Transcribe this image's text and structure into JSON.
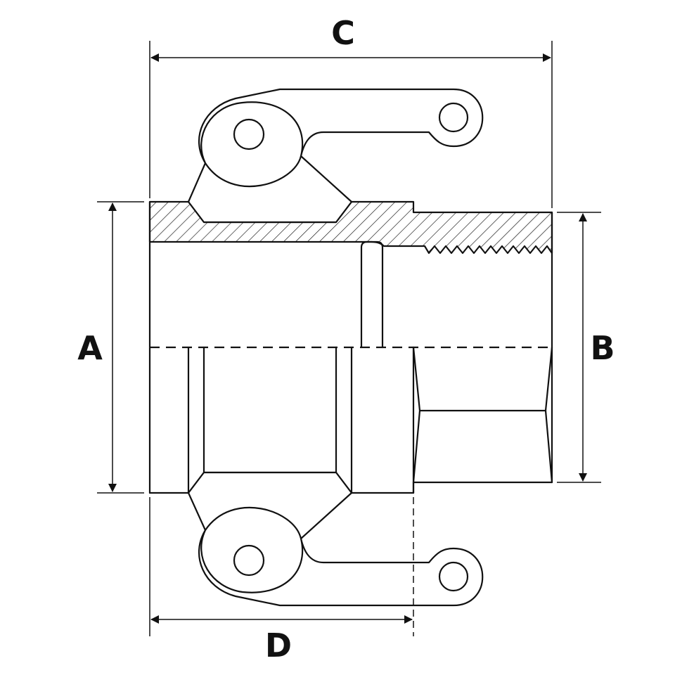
{
  "dimensions": {
    "A": "A",
    "B": "B",
    "C": "C",
    "D": "D"
  },
  "colors": {
    "line": "#111111",
    "background": "#ffffff"
  }
}
